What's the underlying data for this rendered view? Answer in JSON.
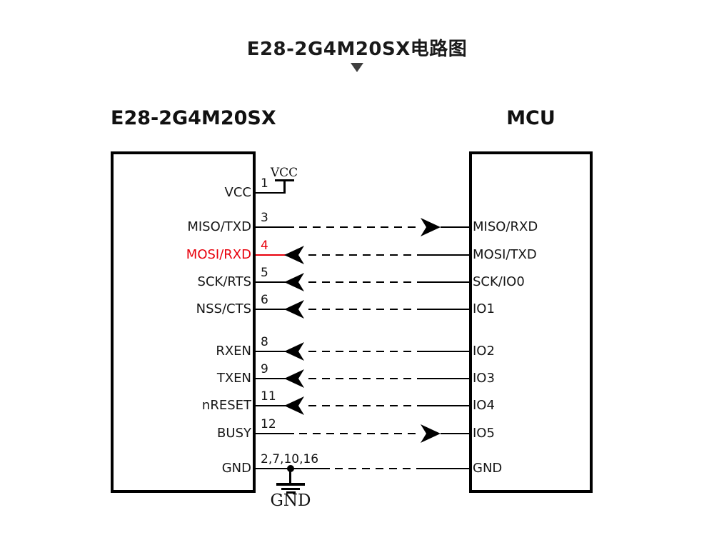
{
  "page": {
    "title": "E28-2G4M20SX电路图"
  },
  "diagram": {
    "module": {
      "title": "E28-2G4M20SX"
    },
    "mcu": {
      "title": "MCU"
    },
    "power": {
      "vcc_label": "VCC",
      "gnd_label": "GND"
    },
    "colors": {
      "wire": "#000000",
      "highlight": "#e8000b",
      "caret": "#3f3f3f"
    },
    "pins": [
      {
        "module_label": "VCC",
        "number": "1",
        "mcu_label": "",
        "direction": "vcc_power"
      },
      {
        "module_label": "MISO/TXD",
        "number": "3",
        "mcu_label": "MISO/RXD",
        "direction": "to_mcu"
      },
      {
        "module_label": "MOSI/RXD",
        "number": "4",
        "mcu_label": "MOSI/TXD",
        "direction": "to_module",
        "highlight": true
      },
      {
        "module_label": "SCK/RTS",
        "number": "5",
        "mcu_label": "SCK/IO0",
        "direction": "to_module"
      },
      {
        "module_label": "NSS/CTS",
        "number": "6",
        "mcu_label": "IO1",
        "direction": "to_module"
      },
      {
        "module_label": "RXEN",
        "number": "8",
        "mcu_label": "IO2",
        "direction": "to_module"
      },
      {
        "module_label": "TXEN",
        "number": "9",
        "mcu_label": "IO3",
        "direction": "to_module"
      },
      {
        "module_label": "nRESET",
        "number": "11",
        "mcu_label": "IO4",
        "direction": "to_module"
      },
      {
        "module_label": "BUSY",
        "number": "12",
        "mcu_label": "IO5",
        "direction": "to_mcu"
      },
      {
        "module_label": "GND",
        "number": "2,7,10,16",
        "mcu_label": "GND",
        "direction": "none",
        "ground": true
      }
    ]
  }
}
